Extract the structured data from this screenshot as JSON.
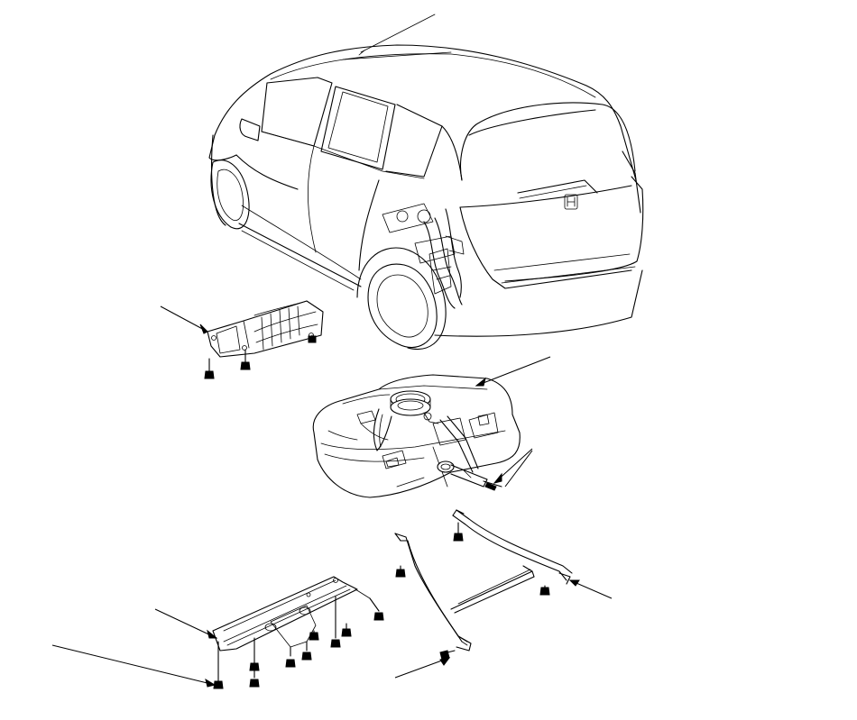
{
  "diagram": {
    "type": "exploded-parts-view",
    "line_color": "#000000",
    "background": "#ffffff",
    "components": [
      "vehicle-body",
      "fuel-filler-pipe",
      "heat-shield",
      "fuel-tank",
      "fuel-pump-unit",
      "fuel-feed-hose-connector",
      "tank-mounting-strap-left",
      "tank-mounting-strap-right",
      "under-guard-plate",
      "mounting-bolts",
      "flange-nuts"
    ]
  }
}
